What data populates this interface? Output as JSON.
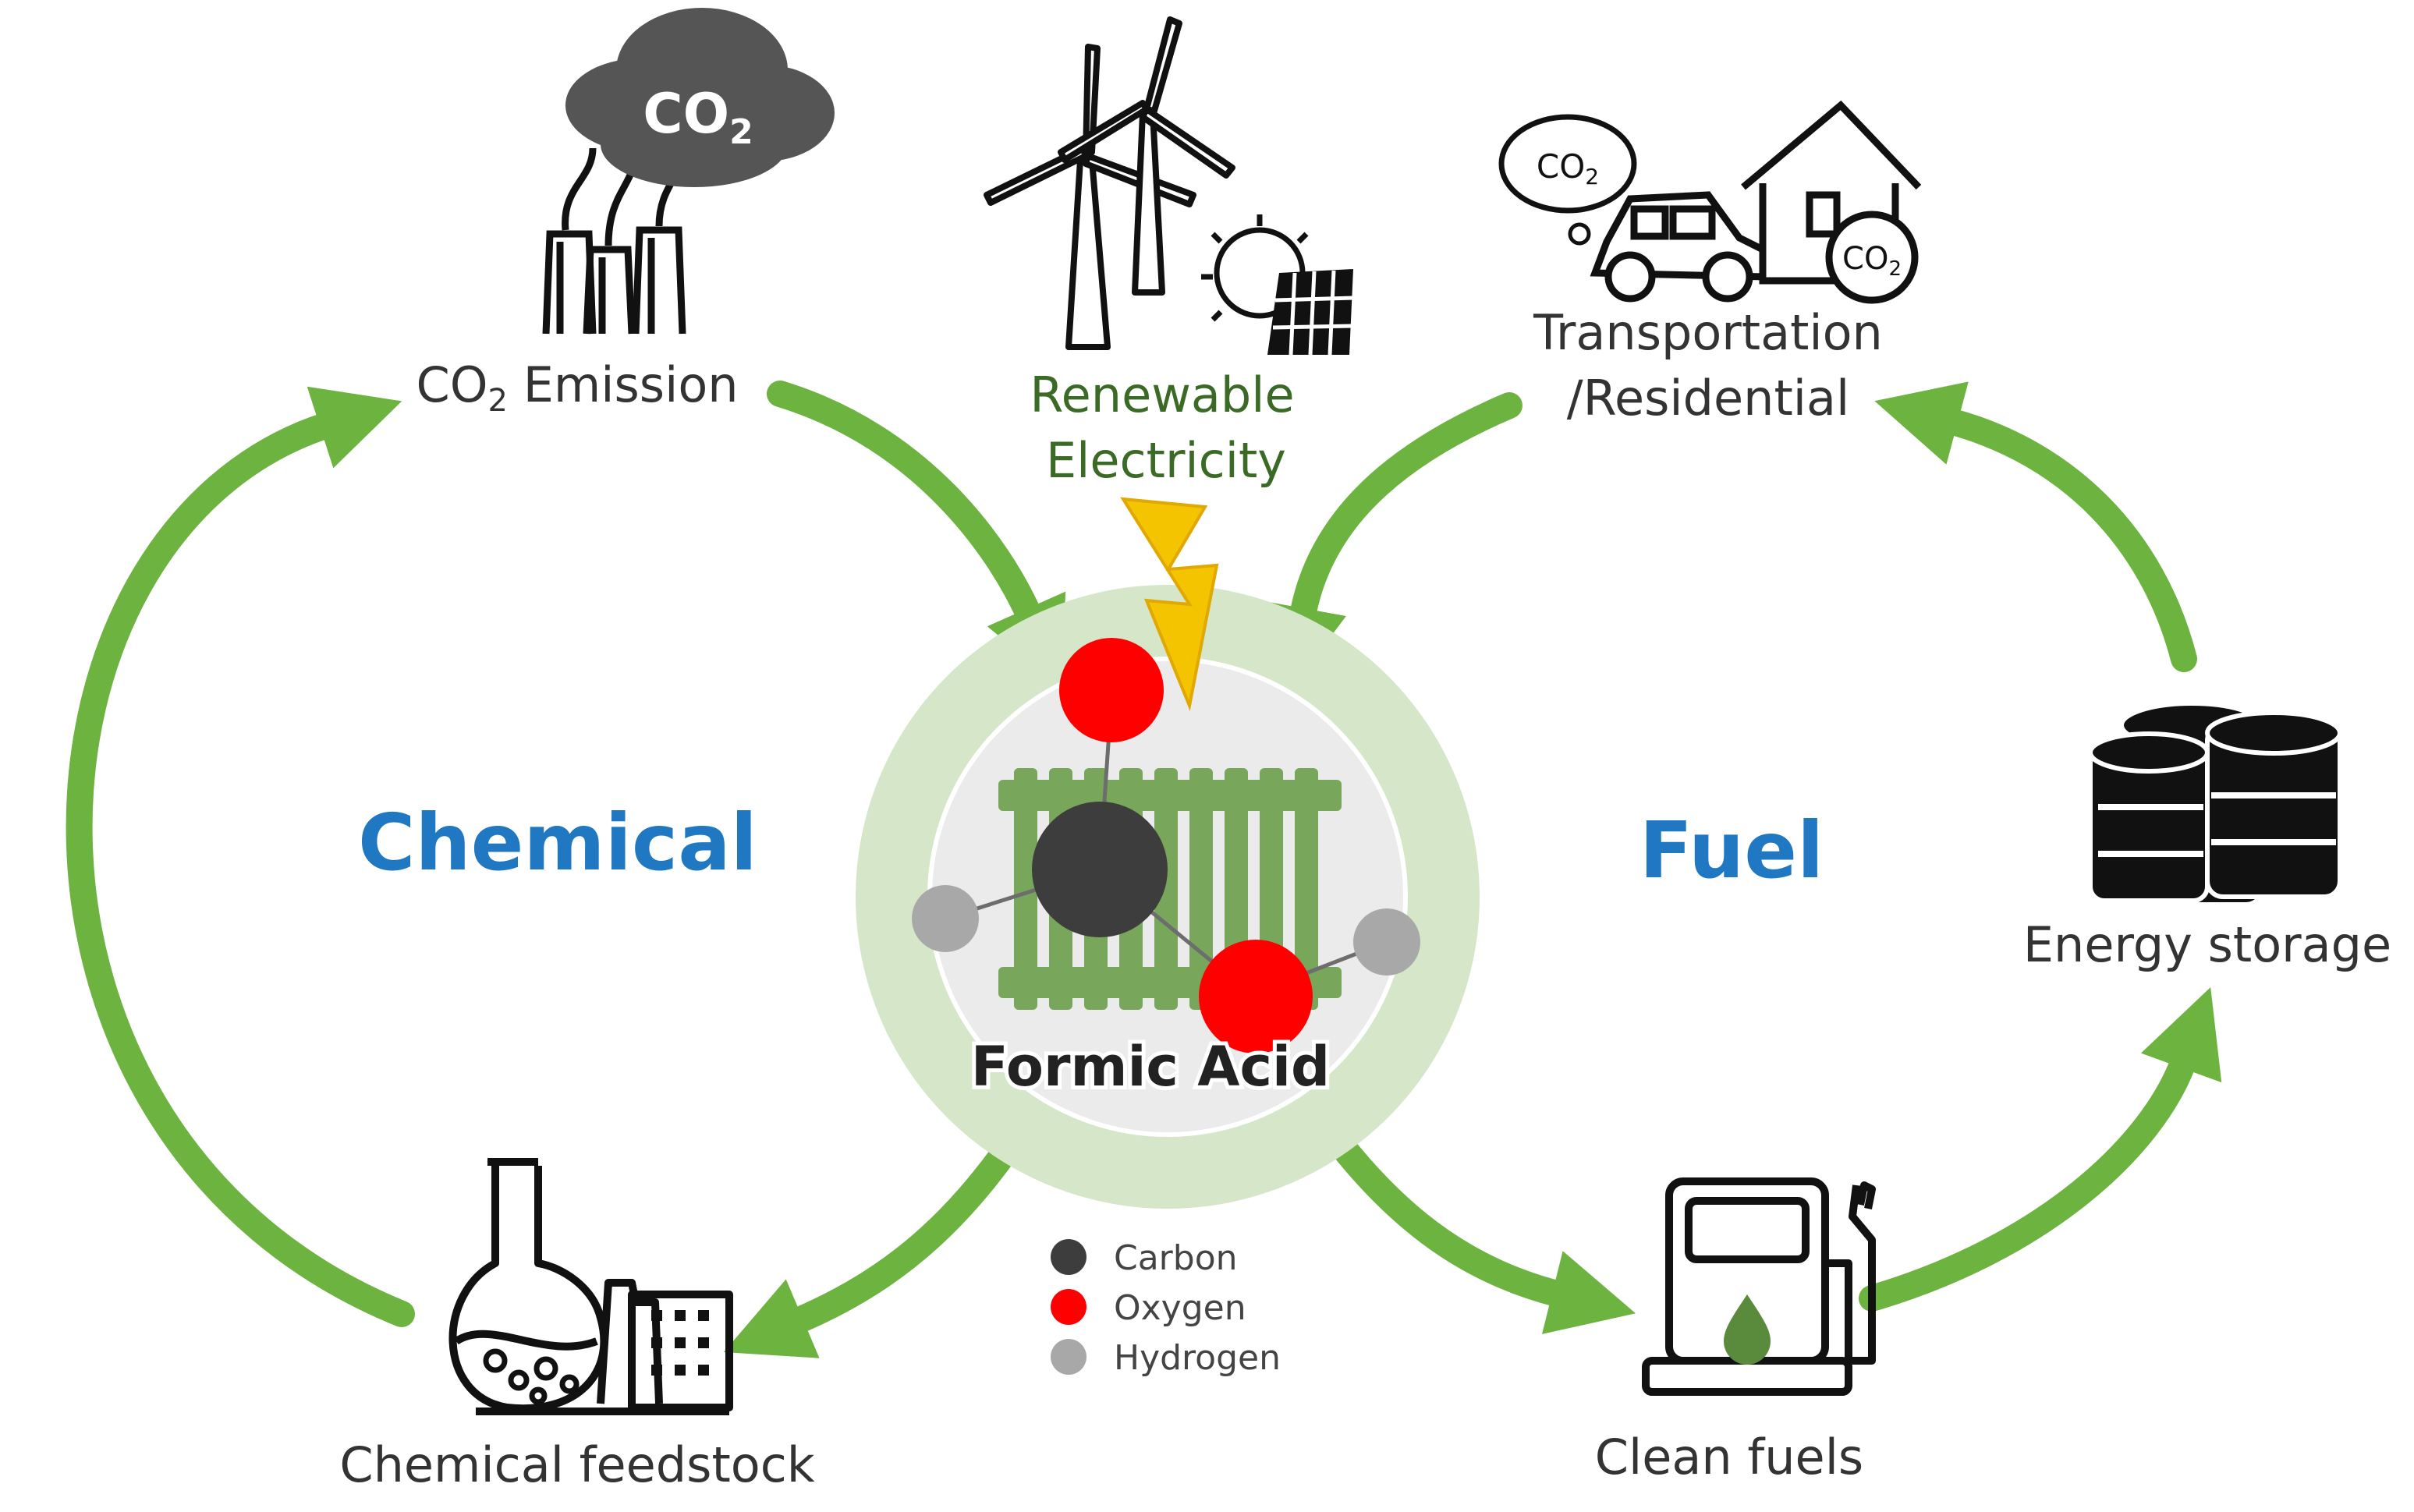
{
  "nodes": {
    "co2_emission": {
      "prefix": "CO",
      "sub": "2",
      "suffix": " Emission",
      "cloud_co2": "CO",
      "cloud_sub": "2"
    },
    "renewable": {
      "line1": "Renewable",
      "line2": "Electricity"
    },
    "transport": {
      "line1": "Transportation",
      "line2": "/Residential",
      "co2a": "CO",
      "co2a_sub": "2",
      "co2b": "CO",
      "co2b_sub": "2"
    },
    "energy_storage": {
      "label": "Energy storage"
    },
    "clean_fuels": {
      "label": "Clean fuels"
    },
    "chemical_feedstock": {
      "label": "Chemical feedstock"
    },
    "center": {
      "label": "Formic Acid"
    }
  },
  "regions": {
    "left": "Chemical",
    "right": "Fuel"
  },
  "legend": [
    {
      "label": "Carbon",
      "color": "#3d3d3d"
    },
    {
      "label": "Oxygen",
      "color": "#ff0000"
    },
    {
      "label": "Hydrogen",
      "color": "#a8a8a8"
    }
  ],
  "colors": {
    "arrow": "#6db33f",
    "region_text": "#1f78c1",
    "bolt": "#f5c400",
    "halo": "#d5e6c9"
  }
}
